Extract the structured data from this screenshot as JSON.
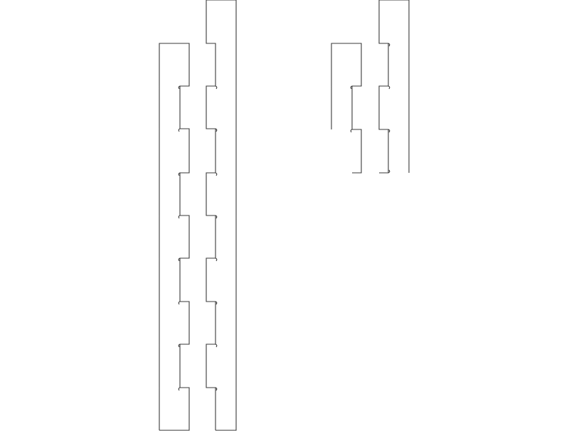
{
  "diagram": {
    "kind": "interlocking notched strip outlines",
    "stroke_color": "#3a3a3a",
    "background": "#ffffff",
    "parts": [
      {
        "name": "long-strip-left",
        "notches": 4
      },
      {
        "name": "long-strip-right",
        "tabs": 5
      },
      {
        "name": "short-strip-left",
        "notches": 1
      },
      {
        "name": "short-strip-right",
        "tabs": 2
      }
    ]
  }
}
